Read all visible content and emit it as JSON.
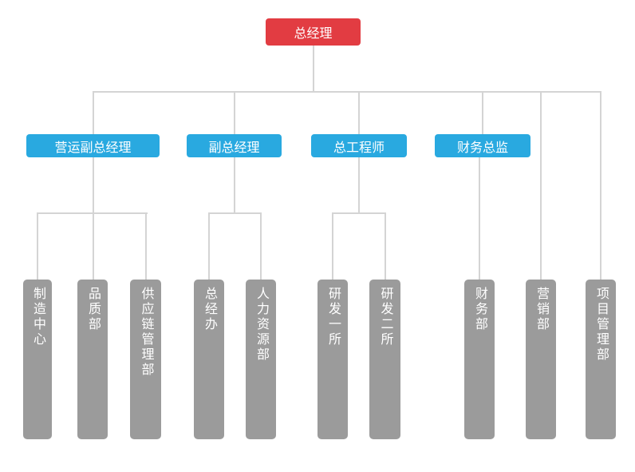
{
  "org": {
    "root": {
      "label": "总经理"
    },
    "managers": [
      {
        "label": "营运副总经理",
        "departments": [
          {
            "label": "制造中心"
          },
          {
            "label": "品质部"
          },
          {
            "label": "供应链管理部"
          }
        ]
      },
      {
        "label": "副总经理",
        "departments": [
          {
            "label": "总经办"
          },
          {
            "label": "人力资源部"
          }
        ]
      },
      {
        "label": "总工程师",
        "departments": [
          {
            "label": "研发一所"
          },
          {
            "label": "研发二所"
          }
        ]
      },
      {
        "label": "财务总监",
        "departments": [
          {
            "label": "财务部"
          }
        ]
      }
    ],
    "root_departments": [
      {
        "label": "营销部"
      },
      {
        "label": "项目管理部"
      }
    ]
  },
  "colors": {
    "root_bg": "#e23c42",
    "manager_bg": "#29a9e0",
    "department_bg": "#9b9b9b",
    "connector": "#d4d4d4",
    "node_text": "#ffffff",
    "background": "#ffffff"
  }
}
